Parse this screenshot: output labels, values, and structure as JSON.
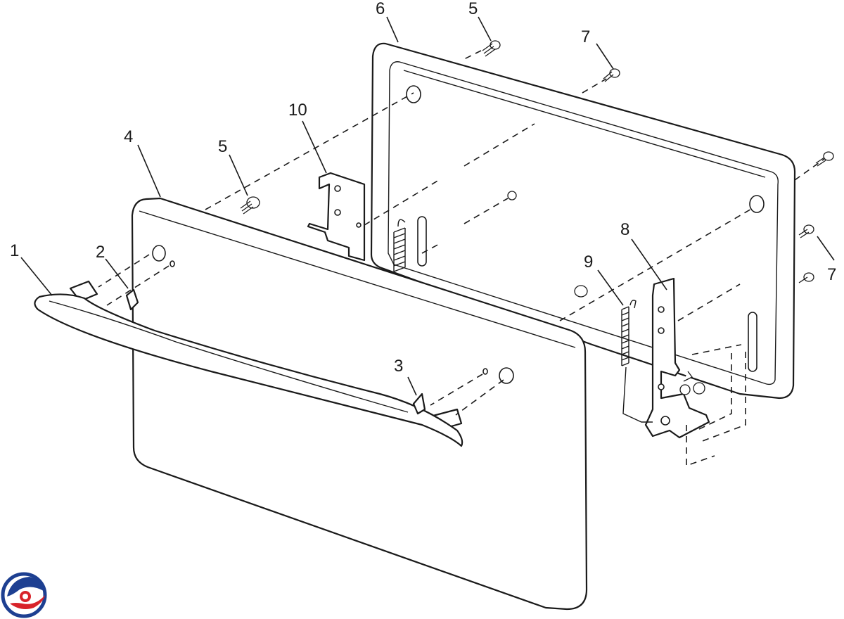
{
  "diagram": {
    "callouts": [
      {
        "id": "c1",
        "label": "1"
      },
      {
        "id": "c2",
        "label": "2"
      },
      {
        "id": "c3",
        "label": "3"
      },
      {
        "id": "c4",
        "label": "4"
      },
      {
        "id": "c5a",
        "label": "5"
      },
      {
        "id": "c5b",
        "label": "5"
      },
      {
        "id": "c6",
        "label": "6"
      },
      {
        "id": "c7a",
        "label": "7"
      },
      {
        "id": "c7b",
        "label": "7"
      },
      {
        "id": "c8",
        "label": "8"
      },
      {
        "id": "c9",
        "label": "9"
      },
      {
        "id": "c10",
        "label": "10"
      }
    ],
    "colors": {
      "line": "#1a1a1a",
      "background": "#ffffff",
      "logo_blue": "#1d3f91",
      "logo_red": "#d8232a"
    },
    "logo_icon": "circular-swirl-logo-icon"
  }
}
